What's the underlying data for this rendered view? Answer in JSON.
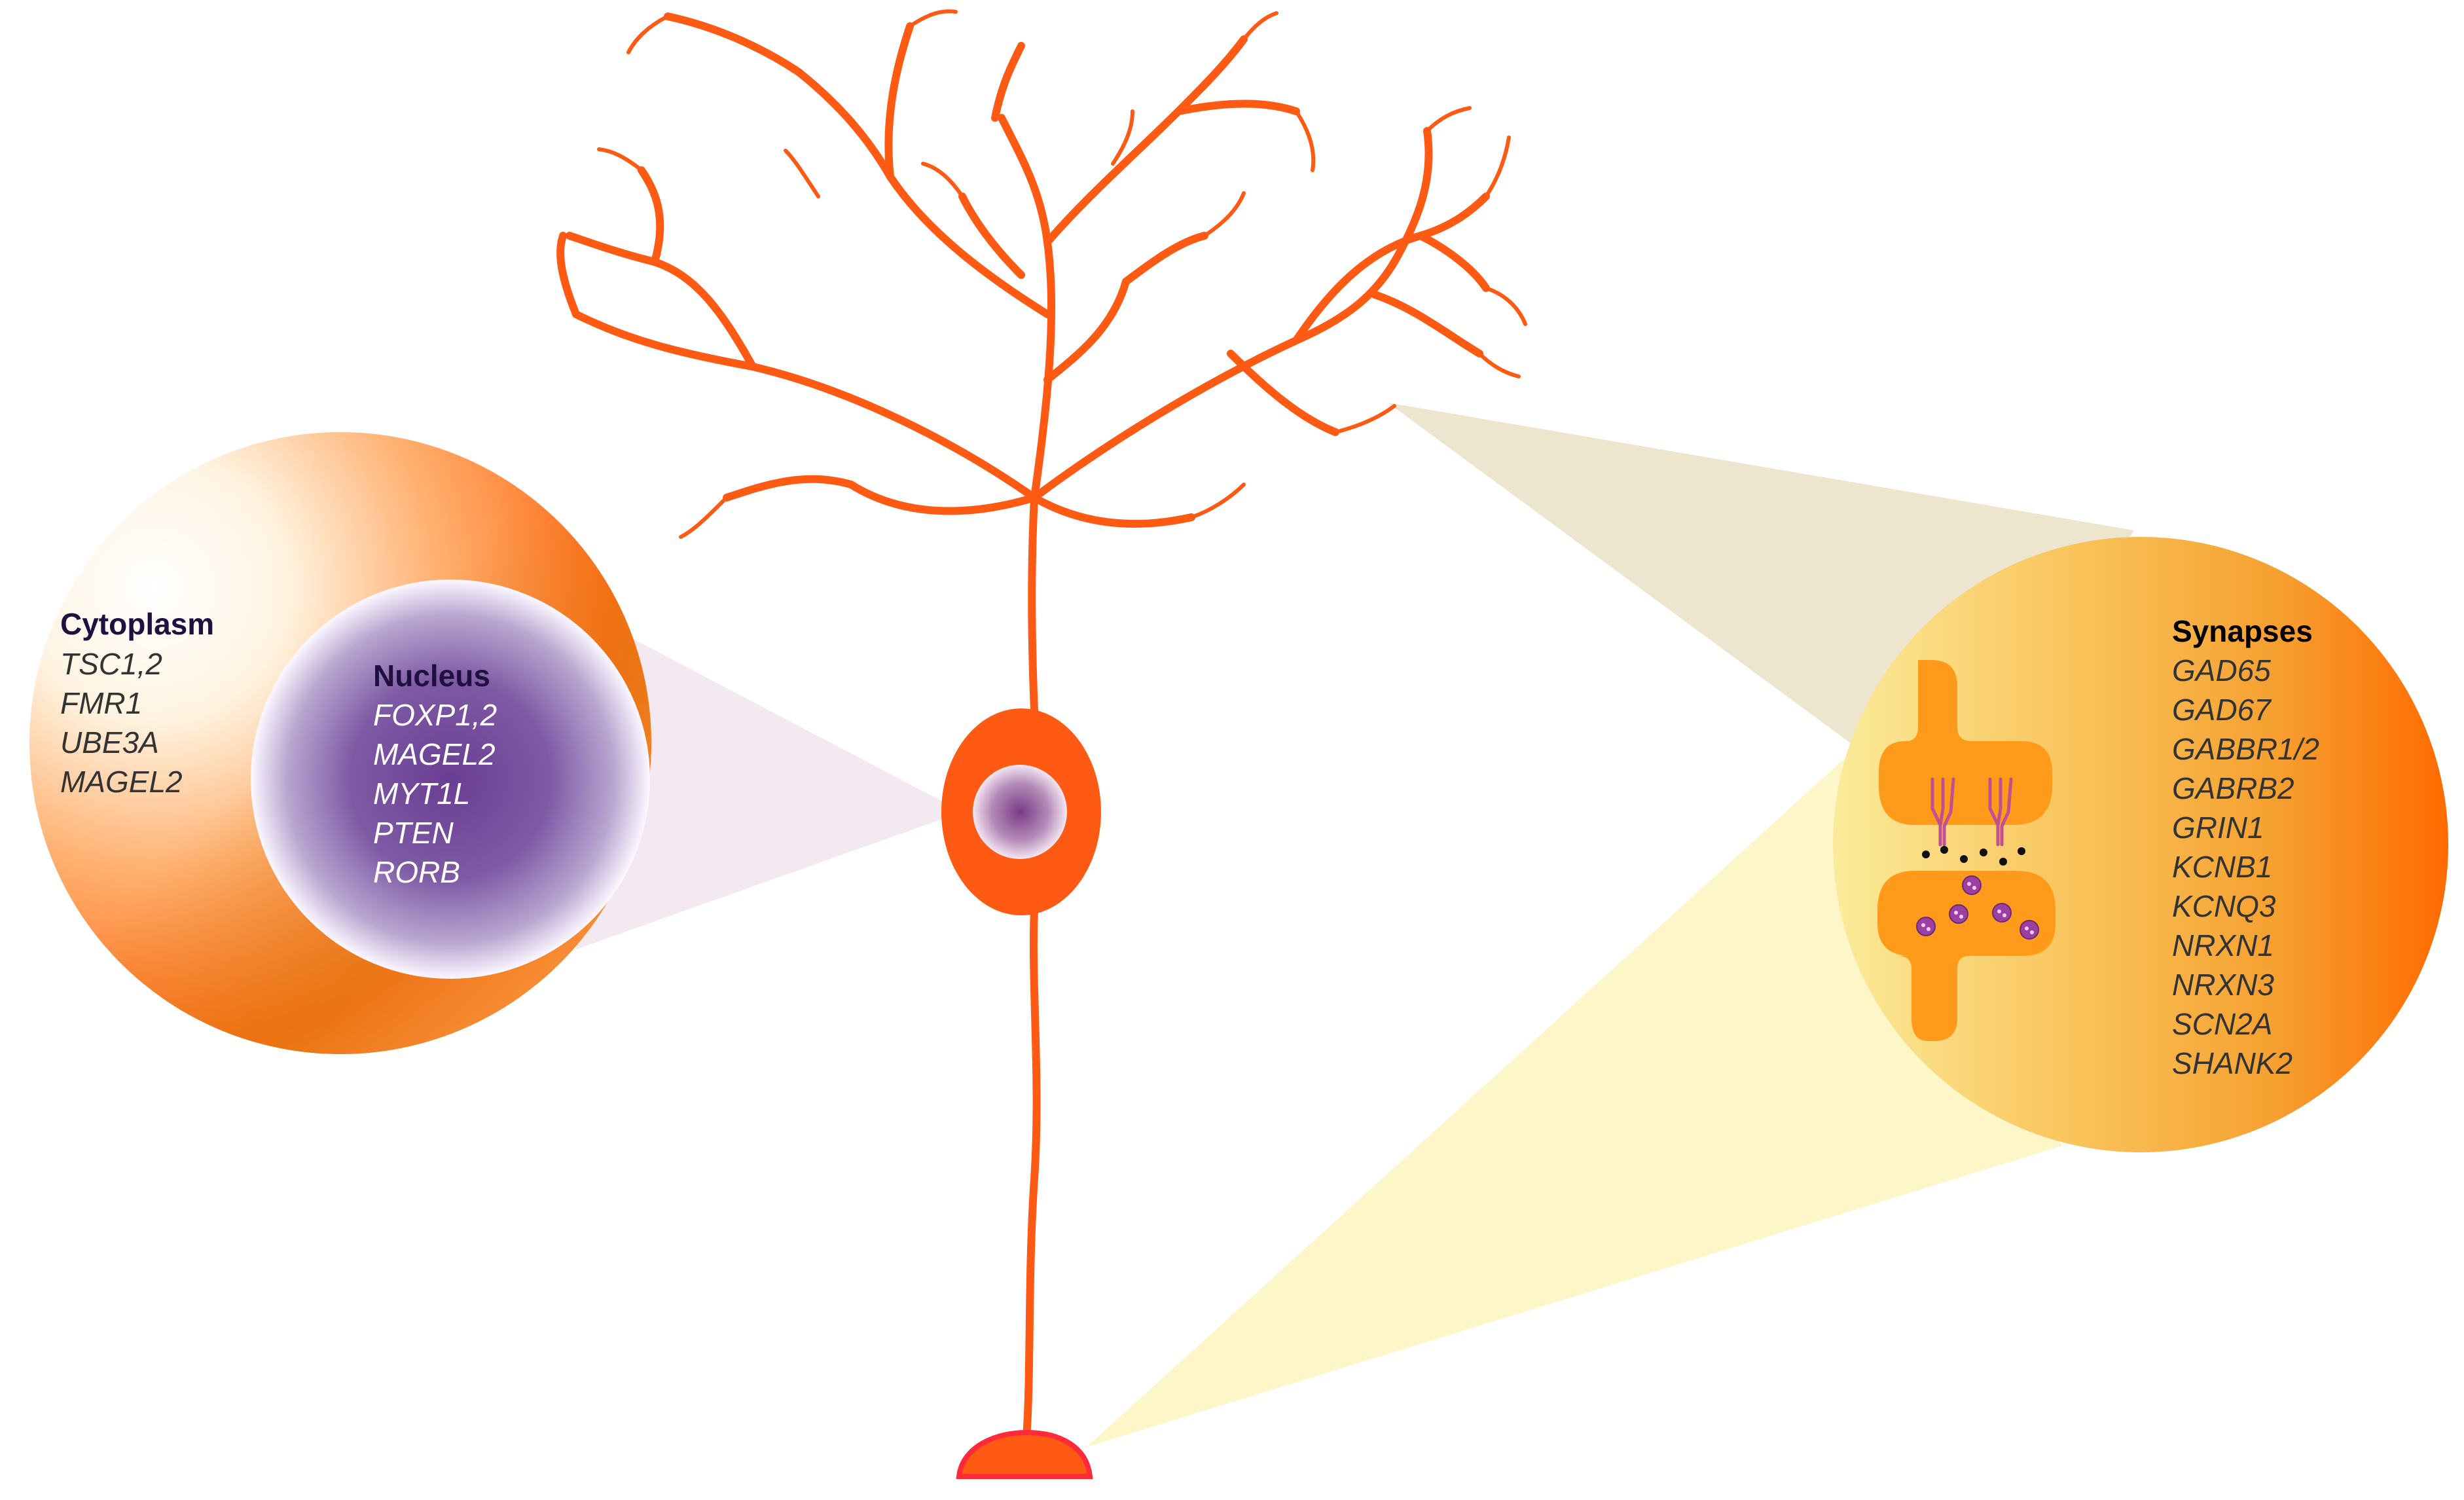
{
  "colors": {
    "neuron": "#ff5a14",
    "nucleus": "#6b3a8e",
    "receptor": "#c0508f",
    "vesicle": "#9b3fa1",
    "synapse_shape": "#ff9a1a",
    "header_dark": "#1f1040",
    "header_black": "#000000",
    "gene_light": "#ffffff",
    "gene_dark": "#333333"
  },
  "cytoplasm": {
    "title": "Cytoplasm",
    "genes": [
      "TSC1,2",
      "FMR1",
      "UBE3A",
      "MAGEL2"
    ]
  },
  "nucleus": {
    "title": "Nucleus",
    "genes": [
      "FOXP1,2",
      "MAGEL2",
      "MYT1L",
      "PTEN",
      "RORB"
    ]
  },
  "synapses": {
    "title": "Synapses",
    "genes": [
      "GAD65",
      "GAD67",
      "GABBR1/2",
      "GABRB2",
      "GRIN1",
      "KCNB1",
      "KCNQ3",
      "NRXN1",
      "NRXN3",
      "SCN2A",
      "SHANK2"
    ]
  }
}
